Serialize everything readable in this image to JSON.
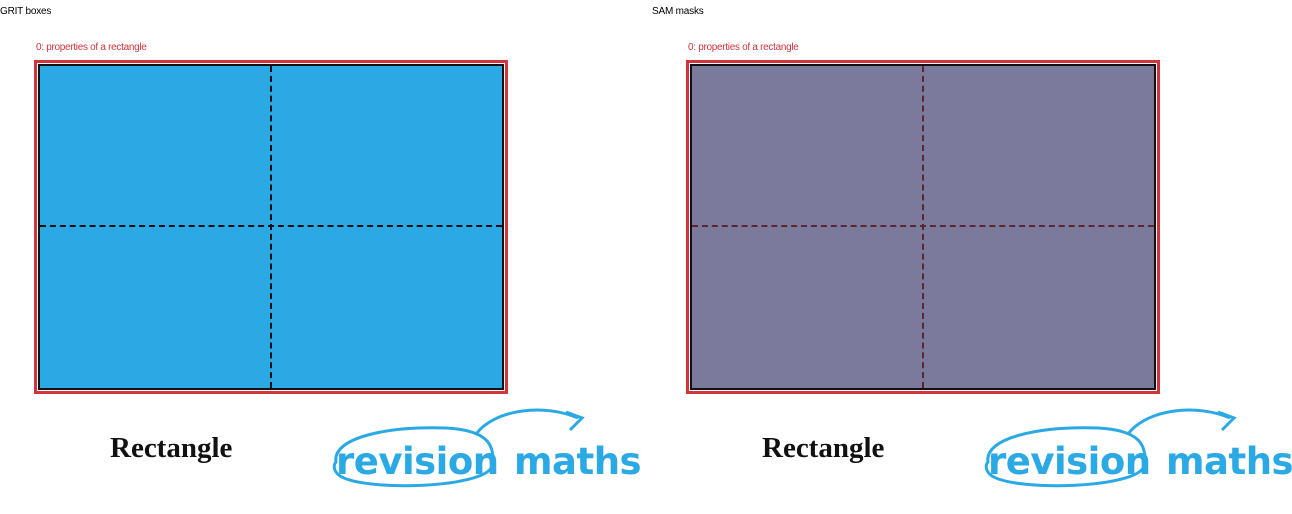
{
  "panels": [
    {
      "title": "GRIT boxes",
      "box_label": "0: properties of a rectangle",
      "shape_name": "Rectangle",
      "logo": {
        "word1": "revision",
        "word2": "maths"
      }
    },
    {
      "title": "SAM masks",
      "box_label": "0: properties of a rectangle",
      "shape_name": "Rectangle",
      "logo": {
        "word1": "revision",
        "word2": "maths"
      }
    }
  ],
  "colors": {
    "box_outline": "#d1343b",
    "box_label": "#d1343b",
    "rectangle_fill": "#2aa9e4",
    "mask_fill": "#7b7a9d",
    "mask_dash": "#5a2630",
    "logo_blue": "#2aa9e4"
  }
}
